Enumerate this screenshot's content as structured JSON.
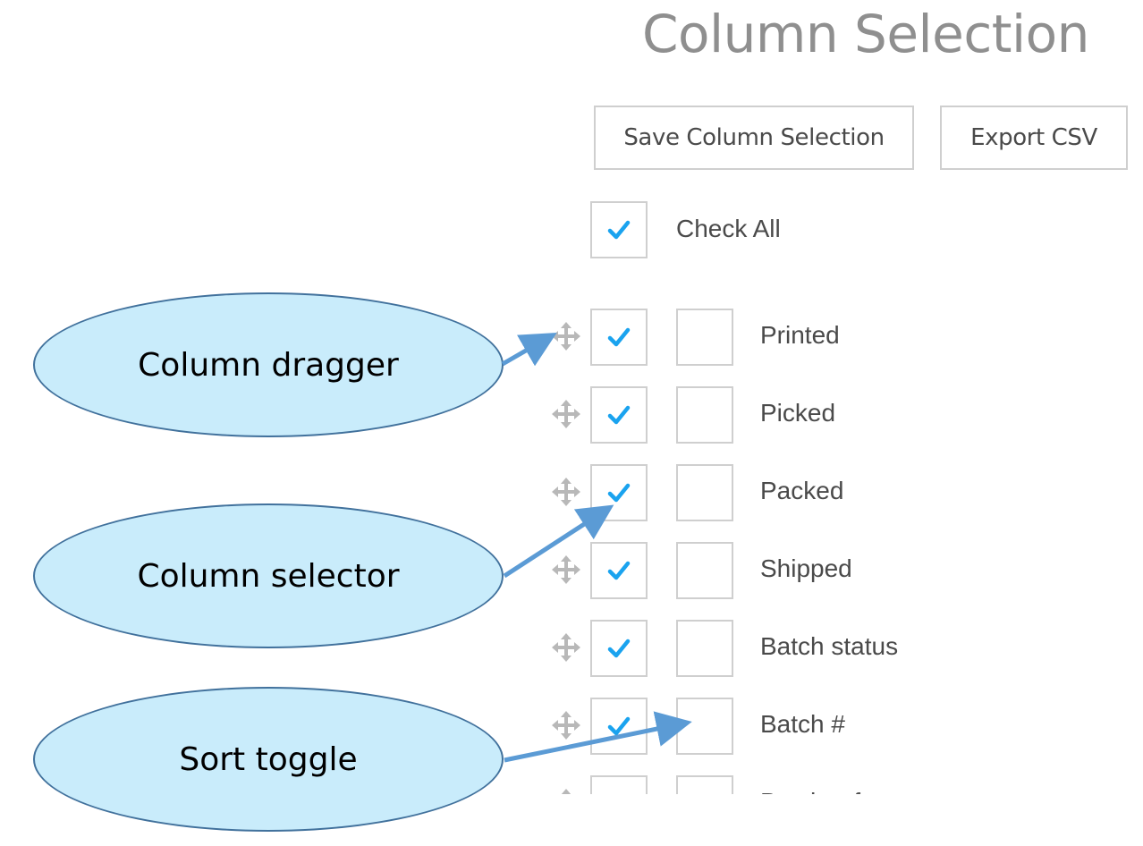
{
  "title": "Column Selection",
  "buttons": {
    "save": "Save Column Selection",
    "export": "Export CSV"
  },
  "check_all": {
    "label": "Check All",
    "checked": true
  },
  "columns": [
    {
      "label": "Printed",
      "selected": true,
      "sort": false
    },
    {
      "label": "Picked",
      "selected": true,
      "sort": false
    },
    {
      "label": "Packed",
      "selected": true,
      "sort": false
    },
    {
      "label": "Shipped",
      "selected": true,
      "sort": false
    },
    {
      "label": "Batch status",
      "selected": true,
      "sort": false
    },
    {
      "label": "Batch #",
      "selected": true,
      "sort": false
    },
    {
      "label": "Batch ref",
      "selected": true,
      "sort": false
    }
  ],
  "callouts": {
    "dragger": "Column dragger",
    "selector": "Column selector",
    "sort": "Sort toggle"
  },
  "colors": {
    "check": "#1aa3ef",
    "callout_fill": "#c9ecfb",
    "callout_border": "#41719c",
    "arrow": "#5b9bd5"
  },
  "icons": {
    "check": "check-icon",
    "drag": "move-arrows-icon"
  }
}
